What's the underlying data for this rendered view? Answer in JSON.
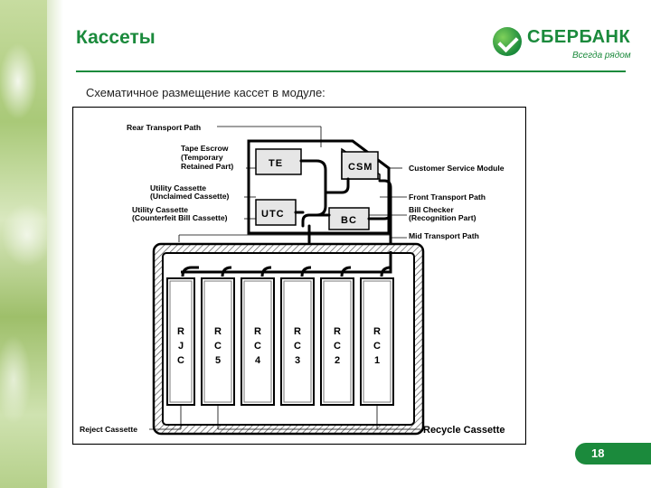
{
  "header": {
    "title": "Кассеты",
    "subtitle": "Схематичное размещение кассет в модуле:"
  },
  "logo": {
    "name": "СБЕРБАНК",
    "tagline": "Всегда рядом"
  },
  "diagram": {
    "labels": {
      "rear_transport_path": "Rear Transport Path",
      "tape_escrow": [
        "Tape Escrow",
        "(Temporary",
        "Retained Part)"
      ],
      "utility_cassette_unclaimed": [
        "Utility Cassette",
        "(Unclaimed Cassette)"
      ],
      "utility_cassette_counterfeit": [
        "Utility Cassette",
        "(Counterfeit Bill Cassette)"
      ],
      "customer_service_module": "Customer Service Module",
      "front_transport_path": "Front Transport Path",
      "bill_checker": [
        "Bill Checker",
        "(Recognition Part)"
      ],
      "mid_transport_path": "Mid Transport Path",
      "reject_cassette": "Reject Cassette",
      "recycle_cassette": "Recycle Cassette"
    },
    "modules": {
      "te": "TE",
      "csm": "CSM",
      "utc": "UTC",
      "bc": "BC"
    },
    "cassettes": [
      "RJC",
      "RC5",
      "RC4",
      "RC3",
      "RC2",
      "RC1"
    ]
  },
  "page_number": "18",
  "colors": {
    "brand_green": "#1b8a3c",
    "diagram_line": "#000000",
    "module_fill": "#e6e6e6"
  }
}
